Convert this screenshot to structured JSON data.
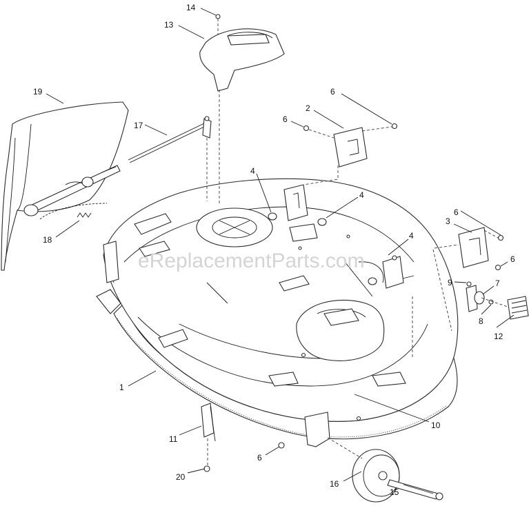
{
  "watermark": "eReplacementParts.com",
  "callouts": [
    {
      "id": "c14",
      "label": "14"
    },
    {
      "id": "c13",
      "label": "13"
    },
    {
      "id": "c19",
      "label": "19"
    },
    {
      "id": "c17",
      "label": "17"
    },
    {
      "id": "c2",
      "label": "2"
    },
    {
      "id": "c6a",
      "label": "6"
    },
    {
      "id": "c6b",
      "label": "6"
    },
    {
      "id": "c4a",
      "label": "4"
    },
    {
      "id": "c4b",
      "label": "4"
    },
    {
      "id": "c4c",
      "label": "4"
    },
    {
      "id": "c18",
      "label": "18"
    },
    {
      "id": "c3",
      "label": "3"
    },
    {
      "id": "c6c",
      "label": "6"
    },
    {
      "id": "c6d",
      "label": "6"
    },
    {
      "id": "c9",
      "label": "9"
    },
    {
      "id": "c7",
      "label": "7"
    },
    {
      "id": "c8",
      "label": "8"
    },
    {
      "id": "c12",
      "label": "12"
    },
    {
      "id": "c1",
      "label": "1"
    },
    {
      "id": "c10",
      "label": "10"
    },
    {
      "id": "c11",
      "label": "11"
    },
    {
      "id": "c6e",
      "label": "6"
    },
    {
      "id": "c20",
      "label": "20"
    },
    {
      "id": "c16",
      "label": "16"
    },
    {
      "id": "c15",
      "label": "15"
    }
  ]
}
